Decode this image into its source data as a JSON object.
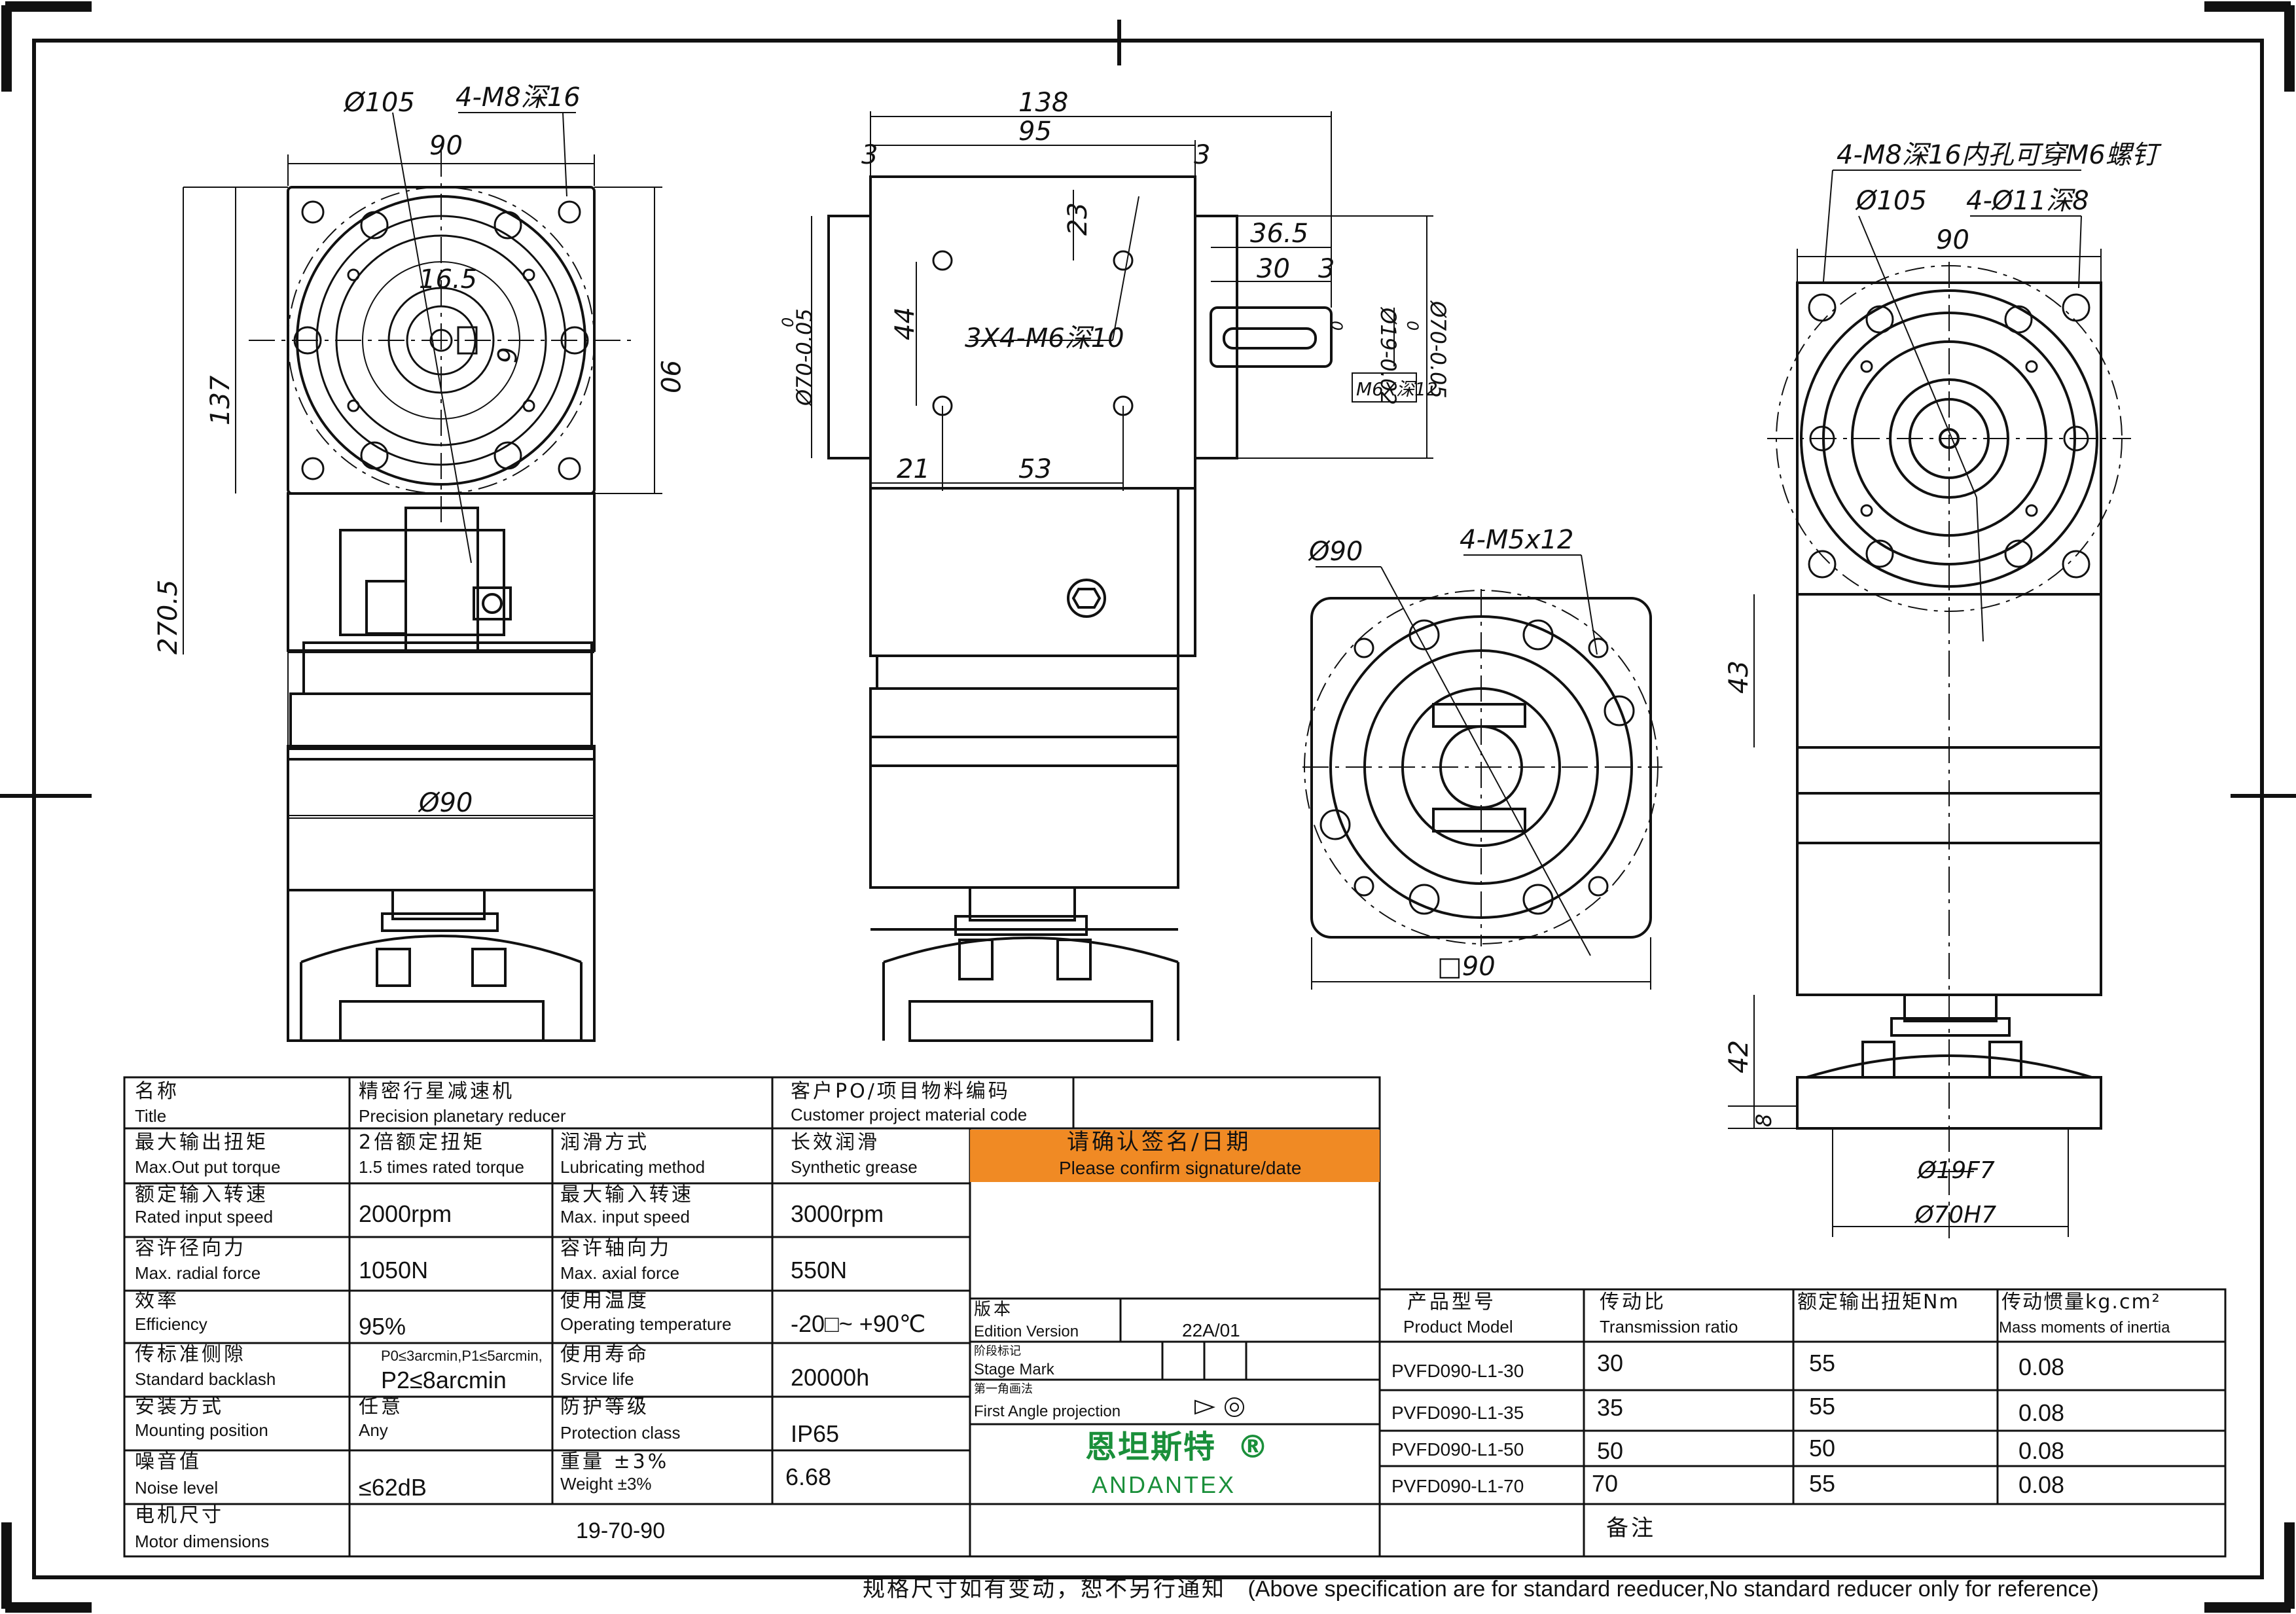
{
  "drawing": {
    "view1_dims": {
      "d105": "Ø105",
      "holes": "4-M8深16",
      "w90": "90",
      "h90": "90",
      "d16": "16.5",
      "d6": "6",
      "h137": "137",
      "h270": "270.5",
      "bottom_d90": "Ø90"
    },
    "view2_dims": {
      "w138": "138",
      "w95": "95",
      "left3": "3",
      "right3": "3",
      "d23": "23",
      "d44": "44",
      "d21": "21",
      "d53": "53",
      "holes": "3X4-M6深10",
      "d70_left": "Ø70-0.05",
      "d70_left_tol": "0",
      "d36": "36.5",
      "d30": "30",
      "d3": "3",
      "d19": "Ø19-0.02",
      "d19_tol": "0",
      "d70_right": "Ø70-0.05",
      "d70_right_tol": "0",
      "key": "M6X深12"
    },
    "view3_dims": {
      "d90": "Ø90",
      "holes": "4-M5x12",
      "sq90": "□90"
    },
    "view4_dims": {
      "holes_top": "4-M8深16内孔可穿M6螺钉",
      "d105": "Ø105",
      "holes2": "4-Ø11深8",
      "w90": "90",
      "d43": "43",
      "d42": "42",
      "d8": "8",
      "d19f7": "Ø19F7",
      "d70h7": "Ø70H7"
    }
  },
  "spec_table": {
    "title_zh": "名称",
    "title_en": "Title",
    "title_value_zh": "精密行星减速机",
    "title_value_en": "Precision planetary reducer",
    "customer_zh": "客户PO/项目物料编码",
    "customer_en": "Customer project material code",
    "rows": [
      {
        "l_zh": "最大输出扭矩",
        "l_en": "Max.Out put torque",
        "l_val_zh": "2倍额定扭矩",
        "l_val_en": "1.5 times rated torque",
        "r_zh": "润滑方式",
        "r_en": "Lubricating method",
        "r_val_zh": "长效润滑",
        "r_val_en": "Synthetic grease"
      },
      {
        "l_zh": "额定输入转速",
        "l_en": "Rated input speed",
        "l_val": "2000rpm",
        "r_zh": "最大输入转速",
        "r_en": "Max. input speed",
        "r_val": "3000rpm"
      },
      {
        "l_zh": "容许径向力",
        "l_en": "Max. radial force",
        "l_val": "1050N",
        "r_zh": "容许轴向力",
        "r_en": "Max. axial force",
        "r_val": "550N"
      },
      {
        "l_zh": "效率",
        "l_en": "Efficiency",
        "l_val": "95%",
        "r_zh": "使用温度",
        "r_en": "Operating temperature",
        "r_val": "-20□~ +90℃"
      },
      {
        "l_zh": "传标准侧隙",
        "l_en": "Standard backlash",
        "l_val_small": "P0≤3arcmin,P1≤5arcmin,",
        "l_val": "P2≤8arcmin",
        "r_zh": "使用寿命",
        "r_en": "Srvice life",
        "r_val": "20000h"
      },
      {
        "l_zh": "安装方式",
        "l_en": "Mounting position",
        "l_val_zh": "任意",
        "l_val_en": "Any",
        "r_zh": "防护等级",
        "r_en": "Protection class",
        "r_val": "IP65"
      },
      {
        "l_zh": "噪音值",
        "l_en": "Noise level",
        "l_val": "≤62dB",
        "r_zh": "重量 ±3%",
        "r_en": "Weight ±3%",
        "r_val": "6.68"
      },
      {
        "l_zh": "电机尺寸",
        "l_en": "Motor dimensions",
        "l_val": "19-70-90"
      }
    ],
    "confirm_zh": "请确认签名/日期",
    "confirm_en": "Please confirm signature/date",
    "edition_zh": "版本",
    "edition_en": "Edition Version",
    "edition_val": "22A/01",
    "stage_zh": "阶段标记",
    "stage_en": "Stage Mark",
    "projection_zh": "第一角画法",
    "projection_en": "First Angle projection",
    "brand_zh": "恩坦斯特",
    "brand_reg": "®",
    "brand_en": "ANDANTEX"
  },
  "model_table": {
    "headers": [
      {
        "zh": "产品型号",
        "en": "Product Model"
      },
      {
        "zh": "传动比",
        "en": "Transmission ratio"
      },
      {
        "zh": "额定输出扭矩Nm",
        "en": ""
      },
      {
        "zh": "传动惯量kg.cm²",
        "en": "Mass moments of inertia"
      }
    ],
    "rows": [
      {
        "model": "PVFD090-L1-30",
        "ratio": "30",
        "torque": "55",
        "inertia": "0.08"
      },
      {
        "model": "PVFD090-L1-35",
        "ratio": "35",
        "torque": "55",
        "inertia": "0.08"
      },
      {
        "model": "PVFD090-L1-50",
        "ratio": "50",
        "torque": "50",
        "inertia": "0.08"
      },
      {
        "model": "PVFD090-L1-70",
        "ratio": "70",
        "torque": "55",
        "inertia": "0.08"
      }
    ],
    "remarks_zh": "备注"
  },
  "footer": {
    "note_zh": "规格尺寸如有变动，恕不另行通知",
    "note_en": "(Above specification are for standard reeducer,No standard reducer only for reference)"
  },
  "colors": {
    "confirm_bg": "#f08a24",
    "brand": "#1a8f3a",
    "line": "#111111"
  }
}
